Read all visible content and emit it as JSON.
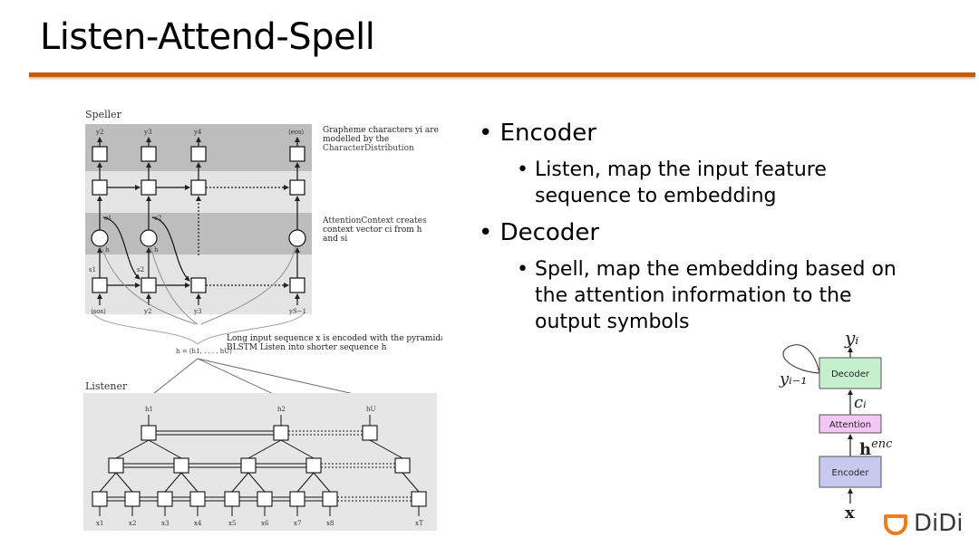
{
  "slide": {
    "title": "Listen-Attend-Spell",
    "accent_color": "#c55a11"
  },
  "bullets": {
    "encoder": {
      "label": "Encoder",
      "sub": [
        "Listen, map the input feature",
        "sequence to embedding"
      ]
    },
    "decoder": {
      "label": "Decoder",
      "sub": [
        "Spell, map the embedding based on",
        "the attention information to the",
        "output symbols"
      ]
    },
    "marker": "•"
  },
  "las_figure": {
    "speller_label": "Speller",
    "listener_label": "Listener",
    "top_outputs": [
      "y2",
      "y3",
      "y4",
      "⟨eos⟩"
    ],
    "bottom_inputs": [
      "⟨sos⟩",
      "y2",
      "y3",
      "yS−1"
    ],
    "context_labels": [
      "c1",
      "c2"
    ],
    "s_labels": [
      "s1",
      "s2"
    ],
    "h_labels": [
      "h",
      "h"
    ],
    "note_grapheme": [
      "Grapheme characters yi are",
      "modelled by the",
      "CharacterDistribution"
    ],
    "note_attention": [
      "AttentionContext creates",
      "context vector ci from h",
      "and si"
    ],
    "note_input": [
      "Long input sequence x is encoded with the pyramidal",
      "BLSTM Listen into shorter sequence h"
    ],
    "h_seq_label": "h = (h1, . . . , hU)",
    "listener_top_labels": [
      "h1",
      "h2",
      "hU"
    ],
    "listener_bottom_labels": [
      "x1",
      "x2",
      "x3",
      "x4",
      "x5",
      "x6",
      "x7",
      "x8",
      "xT"
    ]
  },
  "block_diagram": {
    "y_out": "yᵢ",
    "y_prev": "yᵢ₋₁",
    "decoder_label": "Decoder",
    "c_label": "cᵢ",
    "attention_label": "Attention",
    "h_label": "h",
    "h_sup": "enc",
    "encoder_label": "Encoder",
    "x_label": "x",
    "colors": {
      "decoder": "#c6efce",
      "attention": "#f4c6f4",
      "encoder": "#c9c9f0"
    }
  },
  "logo": {
    "text": "DiDi",
    "color": "#f07c1a"
  }
}
